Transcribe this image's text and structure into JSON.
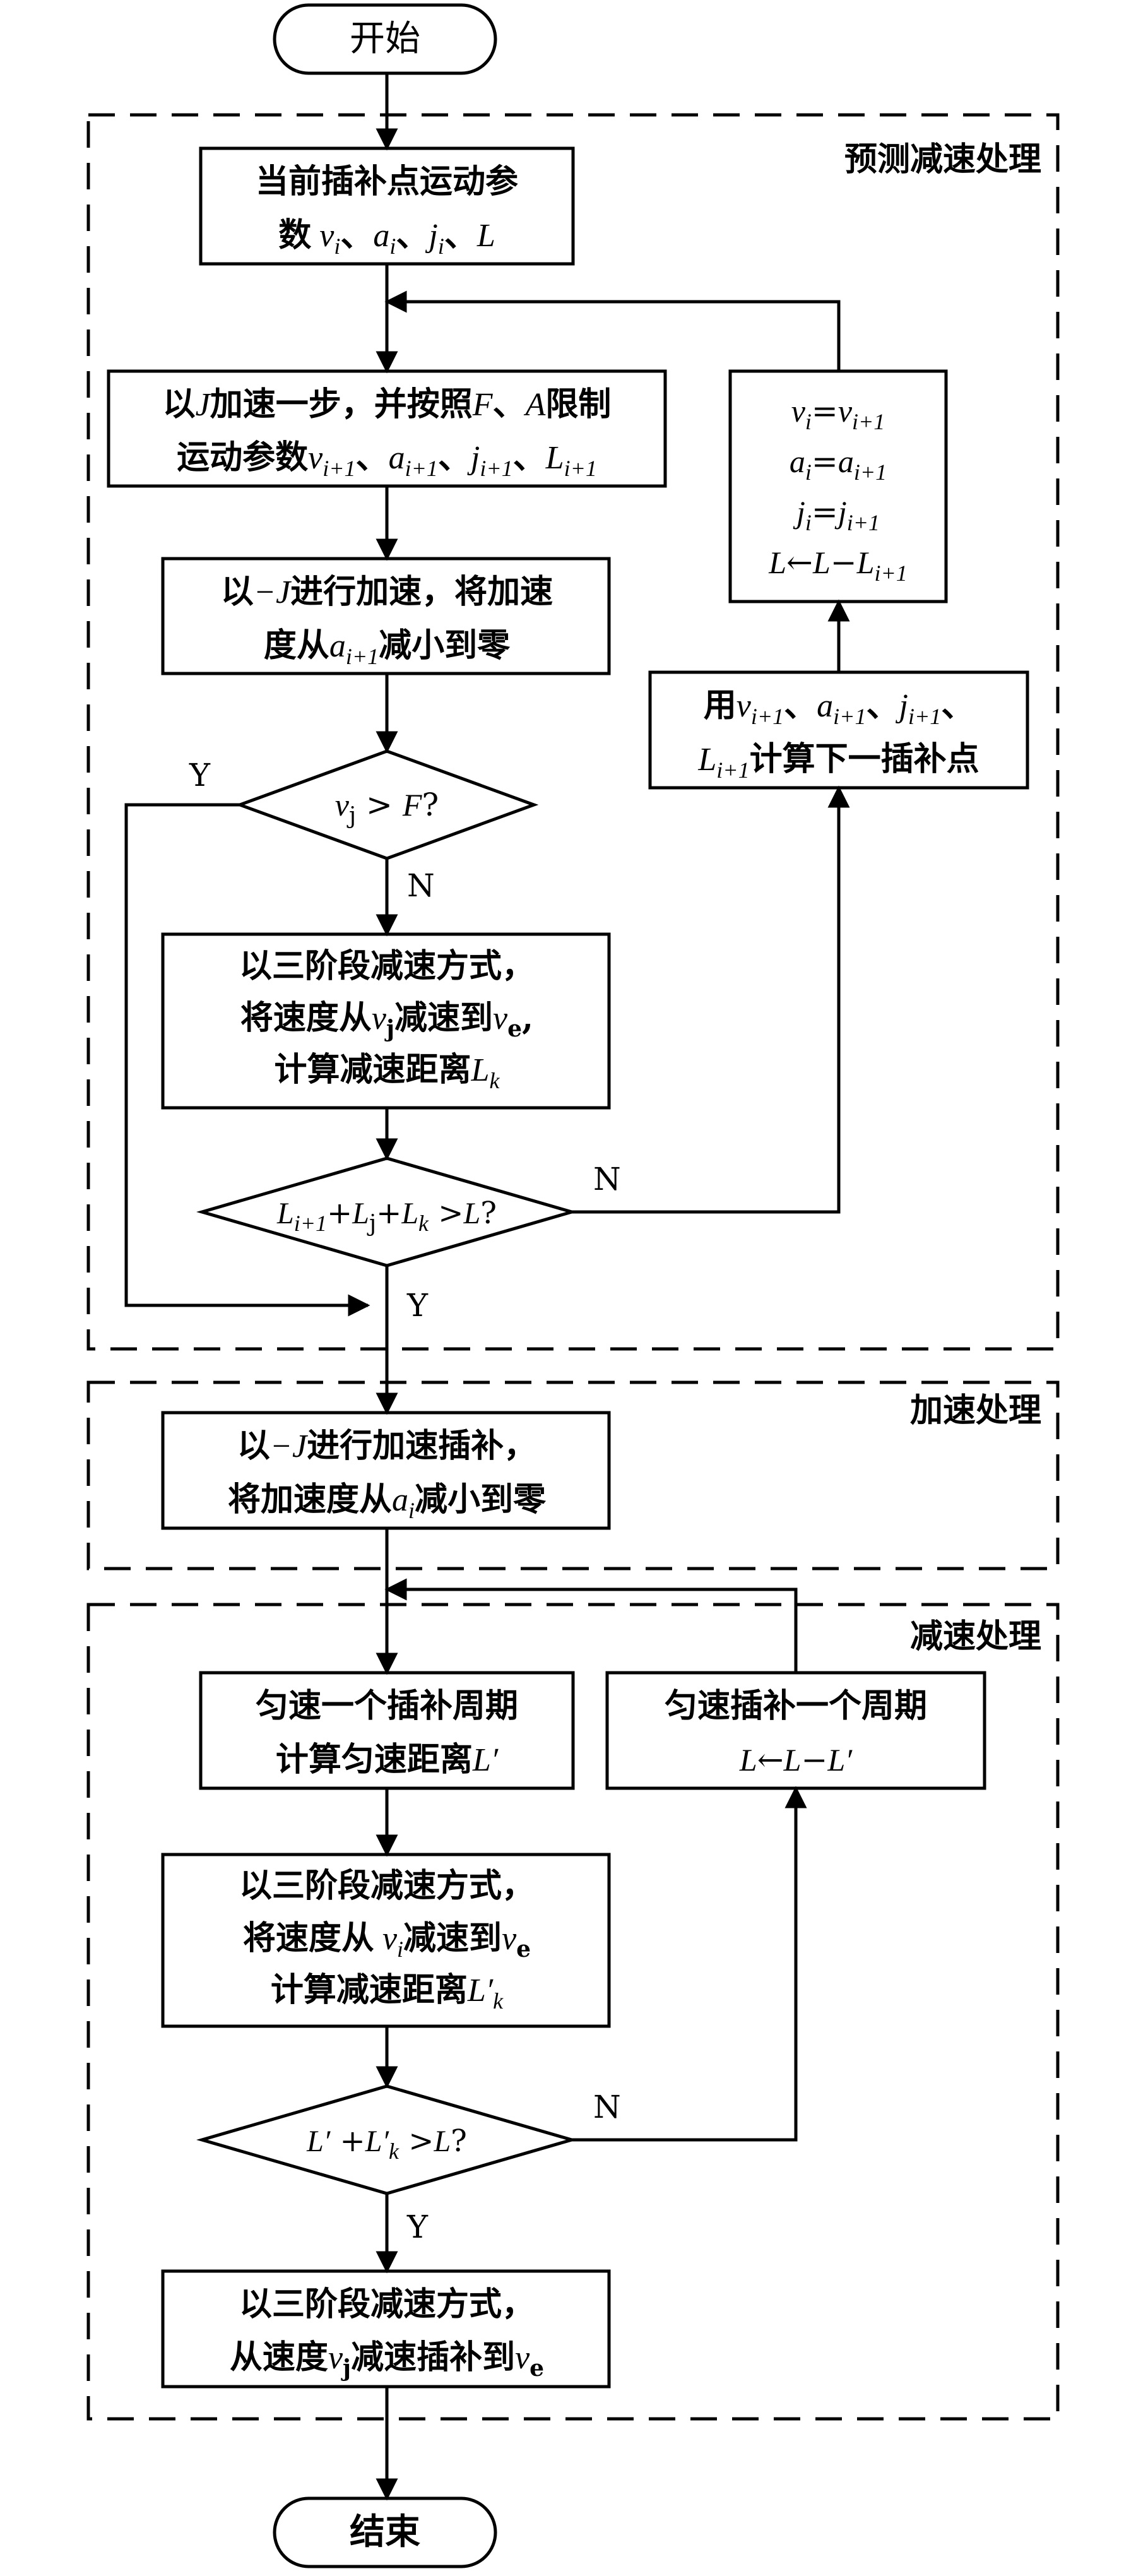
{
  "start": "开始",
  "end": "结束",
  "regions": {
    "predict": "预测减速处理",
    "accel": "加速处理",
    "decel": "减速处理"
  },
  "steps": {
    "current_params_line1": "当前插补点运动参",
    "current_params_line2_prefix": "数",
    "accel_step_line1_prefix": "以",
    "accel_step_line1_text": "加速一步，并按照",
    "accel_step_line1_limit": "限制",
    "accel_step_line2_prefix": "运动参数",
    "neg_j_line1_prefix": "以",
    "neg_j_line1_text": "进行加速，将加速",
    "neg_j_line2_prefix": "度从",
    "neg_j_line2_suffix": "减小到零",
    "three_stage_line1": "以三阶段减速方式，",
    "three_stage_line2_prefix": "将速度从",
    "three_stage_line2_mid": "减速到",
    "three_stage_line3_prefix": "计算减速距离",
    "next_point_line1_prefix": "用",
    "next_point_line2_suffix": "计算下一插补点",
    "accel_interp_line1_prefix": "以",
    "accel_interp_line1_text": "进行加速插补，",
    "accel_interp_line2_prefix": "将加速度从",
    "accel_interp_line2_suffix": "减小到零",
    "uniform_line1": "匀速一个插补周期",
    "uniform_line2_prefix": "计算匀速距离",
    "uniform_cycle_line1": "匀速插补一个周期",
    "decel_calc_line1": "以三阶段减速方式，",
    "decel_calc_line2_prefix": "将速度从",
    "decel_calc_line2_mid": "减速到",
    "decel_calc_line3_prefix": "计算减速距离",
    "final_line1": "以三阶段减速方式，",
    "final_line2_prefix": "从速度",
    "final_line2_suffix": "减速插补到"
  },
  "branch_labels": {
    "yes": "Y",
    "no": "N"
  },
  "colors": {
    "stroke": "#000000",
    "background": "#ffffff"
  }
}
